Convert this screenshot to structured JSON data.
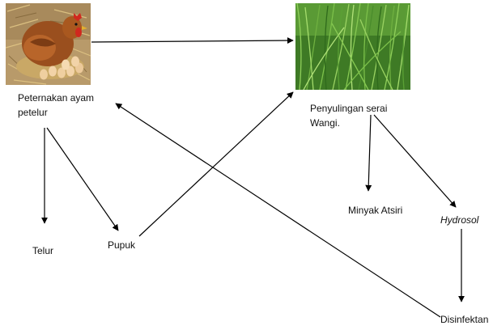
{
  "nodes": {
    "farm": {
      "label_line1": "Peternakan ayam",
      "label_line2": "petelur",
      "image": "chicken-nest-photo"
    },
    "distill": {
      "label_line1": "Penyulingan serai",
      "label_line2": "Wangi.",
      "image": "lemongrass-photo"
    },
    "eggs": {
      "label": "Telur"
    },
    "fertilizer": {
      "label": "Pupuk"
    },
    "essential_oil": {
      "label": "Minyak Atsiri"
    },
    "hydrosol": {
      "label": "Hydrosol"
    },
    "disinfectant": {
      "label": "Disinfektan"
    }
  },
  "colors": {
    "arrow": "#000000",
    "hen": "#9a4f1e",
    "straw": "#c9a866",
    "egg": "#f2d3a8",
    "grass": "#3e8a2a"
  }
}
